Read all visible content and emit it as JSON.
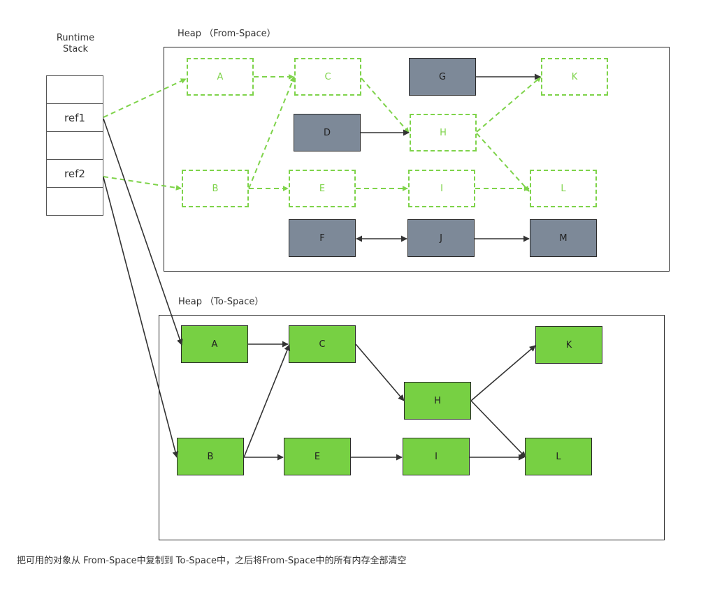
{
  "stack": {
    "title_line1": "Runtime",
    "title_line2": "Stack",
    "slots": [
      "",
      "ref1",
      "",
      "ref2",
      ""
    ]
  },
  "from_space": {
    "title": "Heap （From-Space）",
    "nodes": {
      "A": "A",
      "C": "C",
      "G": "G",
      "K": "K",
      "D": "D",
      "H": "H",
      "B": "B",
      "E": "E",
      "I": "I",
      "L": "L",
      "F": "F",
      "J": "J",
      "M": "M"
    }
  },
  "to_space": {
    "title": "Heap （To-Space）",
    "nodes": {
      "A": "A",
      "C": "C",
      "K": "K",
      "H": "H",
      "B": "B",
      "E": "E",
      "I": "I",
      "L": "L"
    }
  },
  "caption": "把可用的对象从 From-Space中复制到 To-Space中，之后将From-Space中的所有内存全部清空",
  "colors": {
    "live": "#77d043",
    "dead": "#7d8998",
    "ghost_dashed": "#7ed34a",
    "edge": "#333333"
  }
}
